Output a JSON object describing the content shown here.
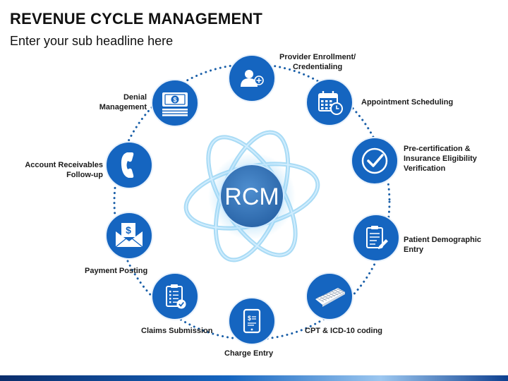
{
  "header": {
    "title": "REVENUE CYCLE MANAGEMENT",
    "subtitle": "Enter your sub headline here"
  },
  "center": {
    "label": "RCM"
  },
  "colors": {
    "node": "#1565c0",
    "center": "#2f74b5",
    "orbit": "#7cc4ee",
    "dots": "#1a5fa8"
  },
  "nodes": [
    {
      "name": "provider-enrollment",
      "icon": "user-add-icon",
      "lines": [
        "Provider Enrollment/",
        "Credentialing"
      ]
    },
    {
      "name": "appointment-scheduling",
      "icon": "calendar-clock-icon",
      "lines": [
        "Appointment Scheduling"
      ]
    },
    {
      "name": "pre-certification",
      "icon": "check-circle-icon",
      "lines": [
        "Pre-certification &",
        "Insurance Eligibility",
        "Verification"
      ]
    },
    {
      "name": "patient-demographic-entry",
      "icon": "clipboard-pen-icon",
      "lines": [
        "Patient Demographic",
        "Entry"
      ]
    },
    {
      "name": "cpt-icd-coding",
      "icon": "keyboard-icon",
      "lines": [
        "CPT & ICD-10 coding"
      ]
    },
    {
      "name": "charge-entry",
      "icon": "tablet-invoice-icon",
      "lines": [
        "Charge Entry"
      ]
    },
    {
      "name": "claims-submission",
      "icon": "clipboard-check-icon",
      "lines": [
        "Claims Submission"
      ]
    },
    {
      "name": "payment-posting",
      "icon": "envelope-dollar-icon",
      "lines": [
        "Payment Posting"
      ]
    },
    {
      "name": "account-receivables",
      "icon": "phone-icon",
      "lines": [
        "Account Receivables",
        "Follow-up"
      ]
    },
    {
      "name": "denial-management",
      "icon": "money-stack-icon",
      "lines": [
        "Denial",
        "Management"
      ]
    }
  ]
}
